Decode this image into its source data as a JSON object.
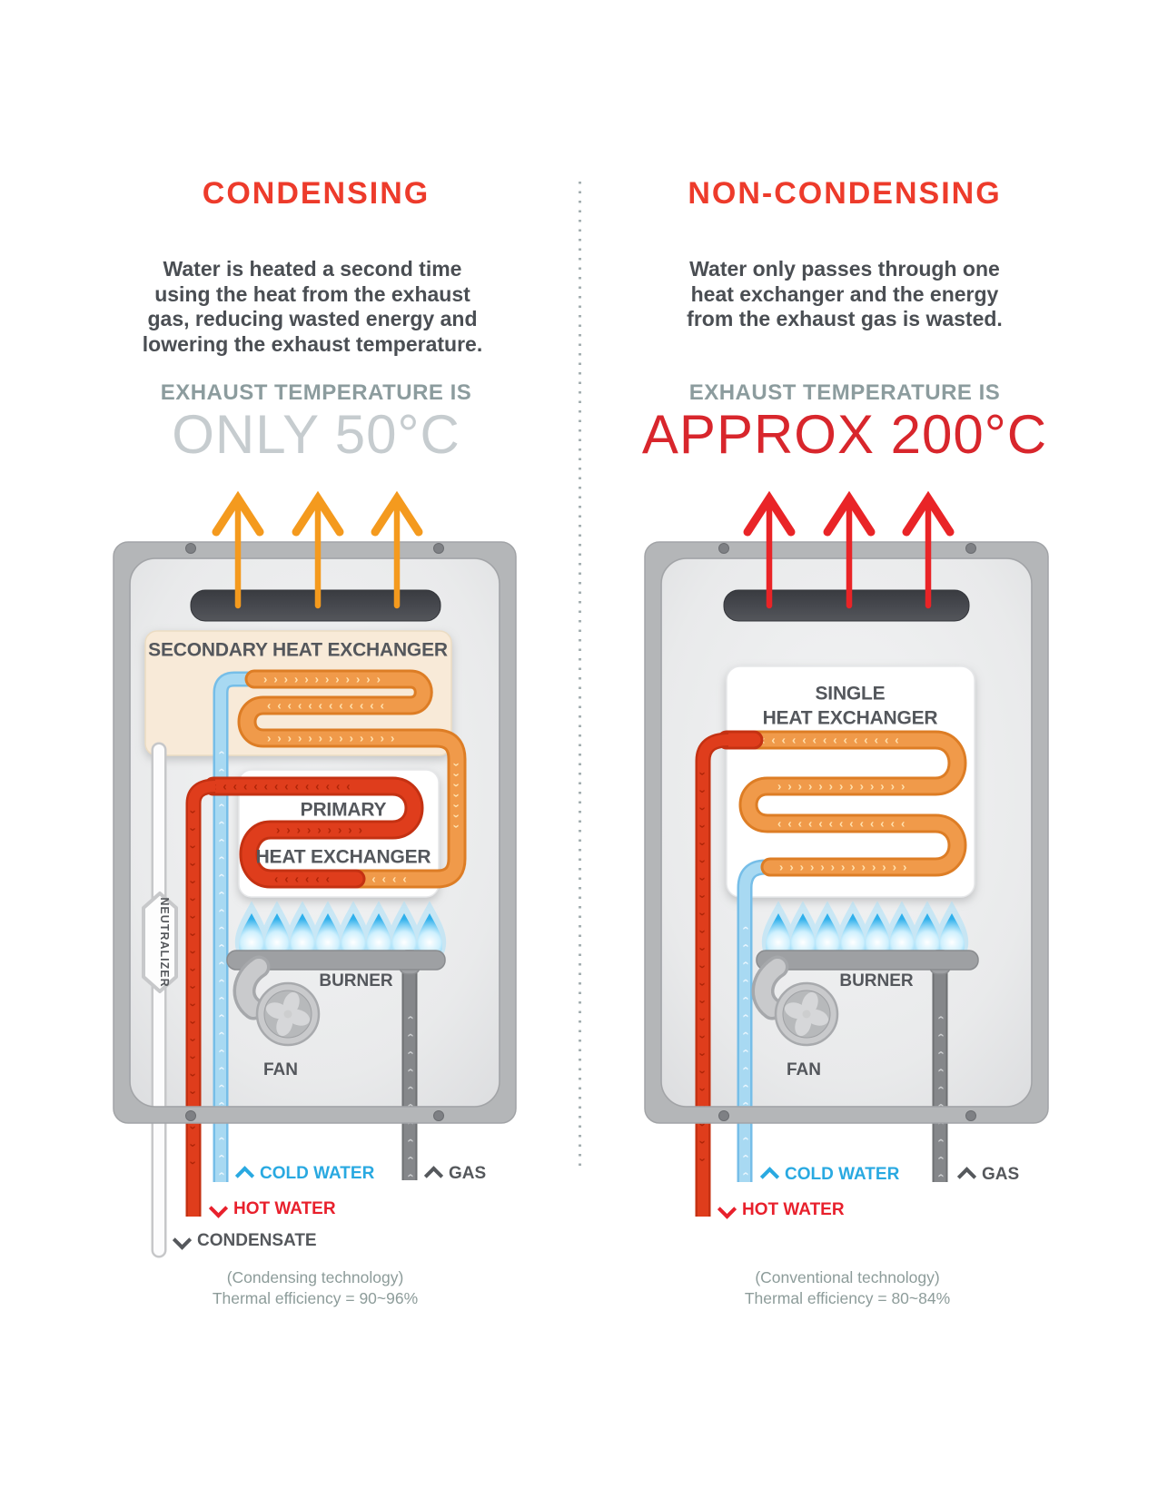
{
  "panels": {
    "left": {
      "title": "CONDENSING",
      "description": [
        "Water is heated a second time",
        "using the heat from the exhaust",
        "gas, reducing wasted energy and",
        "lowering the exhaust temperature."
      ],
      "exhaust_heading": "EXHAUST TEMPERATURE IS",
      "exhaust_value": "ONLY 50°C",
      "unit": {
        "secondary_hx": "SECONDARY HEAT EXCHANGER",
        "primary_hx_1": "PRIMARY",
        "primary_hx_2": "HEAT EXCHANGER",
        "neutralizer": "NEUTRALIZER",
        "burner": "BURNER",
        "fan": "FAN"
      },
      "pipes": {
        "cold": "COLD WATER",
        "hot": "HOT WATER",
        "condensate": "CONDENSATE",
        "gas": "GAS"
      },
      "caption": [
        "(Condensing technology)",
        "Thermal efficiency = 90~96%"
      ]
    },
    "right": {
      "title": "NON-CONDENSING",
      "description": [
        "Water only passes through one",
        "heat exchanger and the energy",
        "from the exhaust gas is wasted."
      ],
      "exhaust_heading": "EXHAUST TEMPERATURE IS",
      "exhaust_value": "APPROX 200°C",
      "unit": {
        "single_hx_1": "SINGLE",
        "single_hx_2": "HEAT EXCHANGER",
        "burner": "BURNER",
        "fan": "FAN"
      },
      "pipes": {
        "cold": "COLD WATER",
        "hot": "HOT WATER",
        "gas": "GAS"
      },
      "caption": [
        "(Conventional technology)",
        "Thermal efficiency = 80~84%"
      ]
    }
  },
  "colors": {
    "title_red": "#ED3B2B",
    "body_text": "#4A4E53",
    "exhaust_heading_gray": "#8C9C9E",
    "exhaust_value_gray": "#C6CCCF",
    "exhaust_value_red": "#D8262C",
    "arrow_orange": "#F49A1E",
    "arrow_red": "#E92427",
    "pipe_orange": "#F09A4A",
    "pipe_red": "#DF3D1C",
    "pipe_blue": "#A8D9F2",
    "pipe_gas": "#85878A",
    "label_cold_blue": "#29A9E1",
    "label_hot_red": "#E8202C",
    "label_dark": "#55585C",
    "caption_gray": "#8D9C9A",
    "flame_blue": "#3FB7EE"
  },
  "decor": {
    "chevron_right": "›",
    "chevron_left": "‹"
  }
}
